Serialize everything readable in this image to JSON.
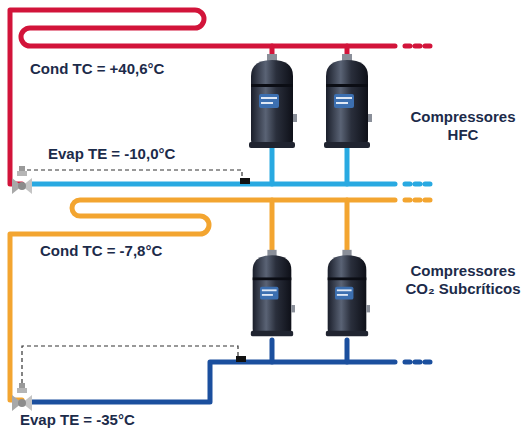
{
  "diagram": {
    "labels": [
      "Cond TC = +40,6°C",
      "Evap TE = -10,0°C",
      "Compressores HFC",
      "Cond TC = -7,8°C",
      "Compressores CO₂ Subcríticos",
      "Evap TE = -35°C"
    ]
  }
}
